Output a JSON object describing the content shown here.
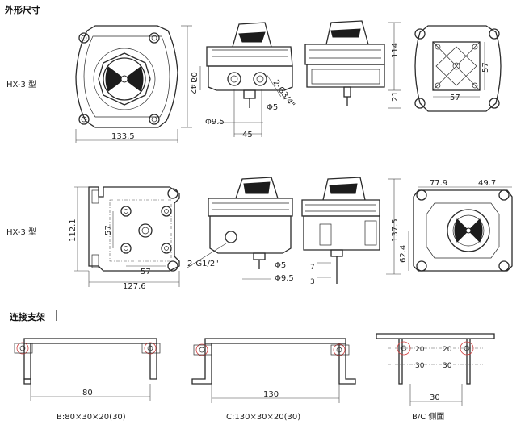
{
  "headings": {
    "outline": "外形尺寸",
    "bracket": "连接支架"
  },
  "models": {
    "row1": "HX-3 型",
    "row2": "HX-3 型"
  },
  "dims_row1": {
    "front_w": "133.5",
    "front_h": "142",
    "side_20": "20",
    "side_thread": "2-G3/4\"",
    "side_phi5": "Φ5",
    "side_phi95": "Φ9.5",
    "side_45": "45",
    "right_114": "114",
    "right_21": "21",
    "top_57a": "57",
    "top_57b": "57"
  },
  "dims_row2": {
    "back_h": "112.1",
    "back_57v": "57",
    "back_57h": "57",
    "back_w": "127.6",
    "side_thread": "2-G1/2\"",
    "side_phi5": "Φ5",
    "side_phi95": "Φ9.5",
    "side_137": "137.5",
    "side_7": "7",
    "side_3": "3",
    "top_779": "77.9",
    "top_497": "49.7",
    "top_624": "62.4"
  },
  "brackets": {
    "b_width": "80",
    "b_caption": "B:80×30×20(30)",
    "c_width": "130",
    "c_caption": "C:130×30×20(30)",
    "side_20a": "20",
    "side_20b": "20",
    "side_30a": "30",
    "side_30b": "30",
    "side_30w": "30",
    "side_caption": "B/C 侧面"
  }
}
